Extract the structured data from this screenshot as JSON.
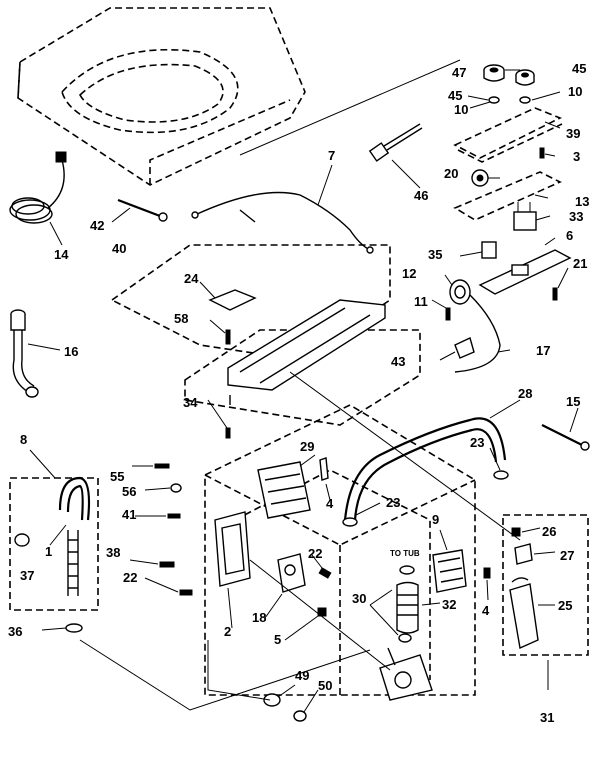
{
  "labels": {
    "p1": "1",
    "p2": "2",
    "p3": "3",
    "p4a": "4",
    "p4b": "4",
    "p5": "5",
    "p6": "6",
    "p7": "7",
    "p8": "8",
    "p9": "9",
    "p10a": "10",
    "p10b": "10",
    "p11": "11",
    "p12": "12",
    "p13": "13",
    "p14": "14",
    "p15": "15",
    "p16": "16",
    "p17": "17",
    "p18": "18",
    "p20": "20",
    "p21": "21",
    "p22a": "22",
    "p22b": "22",
    "p23a": "23",
    "p23b": "23",
    "p24": "24",
    "p25": "25",
    "p26": "26",
    "p27": "27",
    "p28": "28",
    "p29": "29",
    "p30": "30",
    "p31": "31",
    "p32": "32",
    "p33": "33",
    "p34": "34",
    "p35": "35",
    "p36": "36",
    "p37": "37",
    "p38": "38",
    "p39": "39",
    "p40": "40",
    "p41": "41",
    "p42": "42",
    "p43": "43",
    "p45a": "45",
    "p45b": "45",
    "p46": "46",
    "p47": "47",
    "p49": "49",
    "p50": "50",
    "p55": "55",
    "p56": "56",
    "p58": "58"
  },
  "annotations": {
    "to_tub": "TO TUB"
  }
}
